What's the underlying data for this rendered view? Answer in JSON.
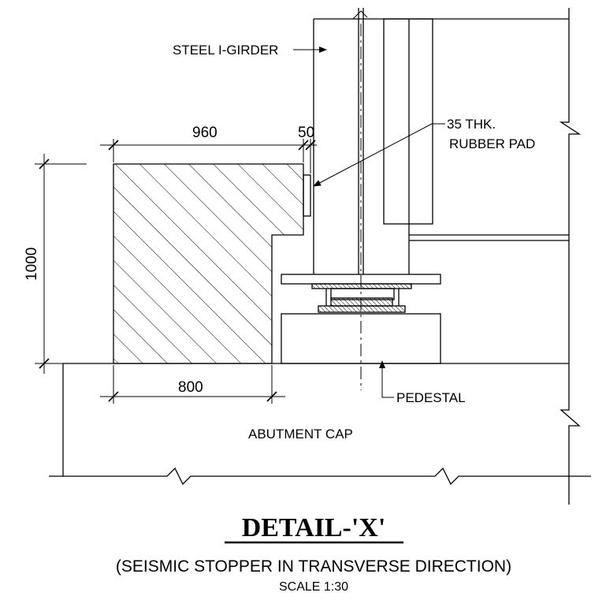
{
  "labels": {
    "girder": "STEEL I-GIRDER",
    "pad_line1": "35 THK.",
    "pad_line2": "RUBBER PAD",
    "pedestal": "PEDESTAL",
    "abutment": "ABUTMENT CAP"
  },
  "dimensions": {
    "top_width": "960",
    "pad_width": "50",
    "height": "1000",
    "base_width": "800"
  },
  "title": {
    "main": "DETAIL-'X'",
    "subtitle": "(SEISMIC STOPPER IN TRANSVERSE DIRECTION)",
    "scale": "SCALE 1:30"
  },
  "colors": {
    "line": "#000000",
    "background": "#ffffff"
  }
}
